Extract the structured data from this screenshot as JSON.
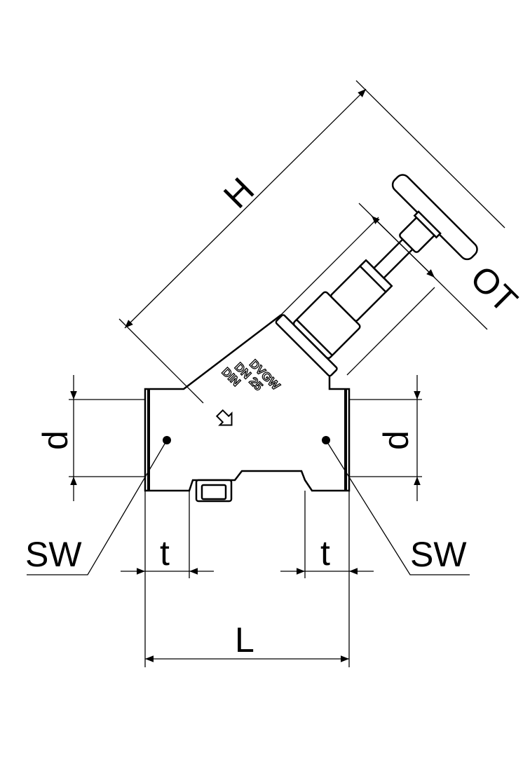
{
  "drawing": {
    "dimensions": {
      "height": "H",
      "operating_travel": "OT",
      "diameter_left": "d",
      "diameter_right": "d",
      "thread_left": "t",
      "thread_right": "t",
      "length": "L",
      "wrench_left": "SW",
      "wrench_right": "SW"
    },
    "body_marking": {
      "line1": "DVGW",
      "line2": "DN 25",
      "line3": "DIN"
    },
    "colors": {
      "line": "#000000",
      "background": "#ffffff"
    }
  }
}
